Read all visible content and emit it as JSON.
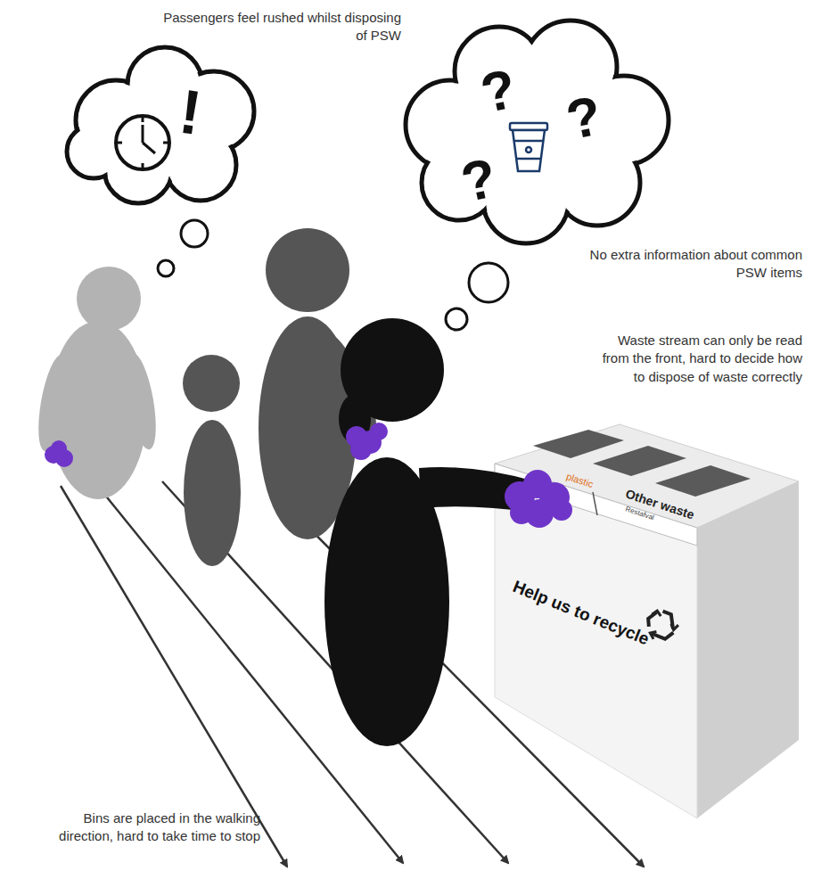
{
  "diagram": {
    "labels": [
      "Passengers feel rushed whilst disposing of PSW",
      "No extra information about common PSW items",
      "Waste stream can only be read from the front, hard to decide how to dispose of waste correctly",
      "Bins are placed in the walking direction, hard to take time to stop",
      "!",
      "?",
      "?",
      "?",
      "plastic",
      "Other waste",
      "Restafval",
      "Help us to recycle"
    ]
  }
}
